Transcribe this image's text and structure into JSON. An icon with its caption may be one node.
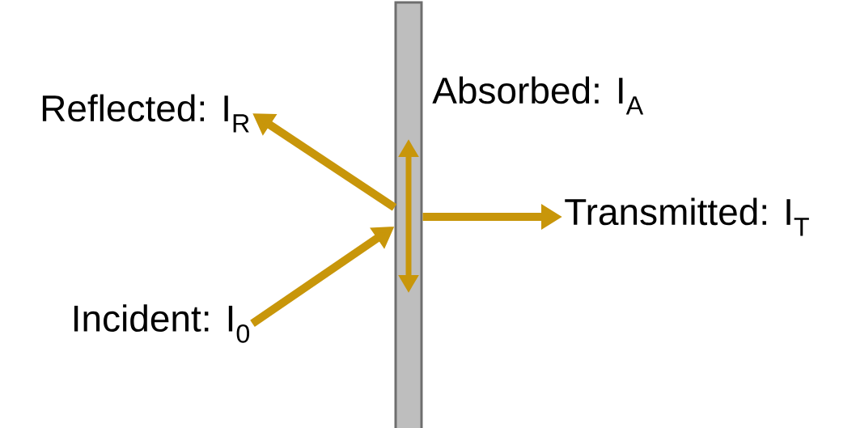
{
  "diagram": {
    "nodes": [
      {
        "text": [],
        "shape": "bar"
      },
      {
        "text": [
          "Reflected: I$_{R}$"
        ]
      },
      {
        "text": [
          "Absorbed: I$_{A}$"
        ]
      },
      {
        "text": [
          "Transmitted: I$_{T}$"
        ]
      },
      {
        "text": [
          "Incident: I$_{0}$"
        ]
      }
    ],
    "edges": [
      {
        "from": 4,
        "to": 0,
        "arrow": "to",
        "color": "#c8960a"
      },
      {
        "from": 0,
        "to": 1,
        "arrow": "to",
        "color": "#c8960a"
      },
      {
        "from": 0,
        "to": 3,
        "arrow": "to",
        "color": "#c8960a"
      }
    ]
  }
}
